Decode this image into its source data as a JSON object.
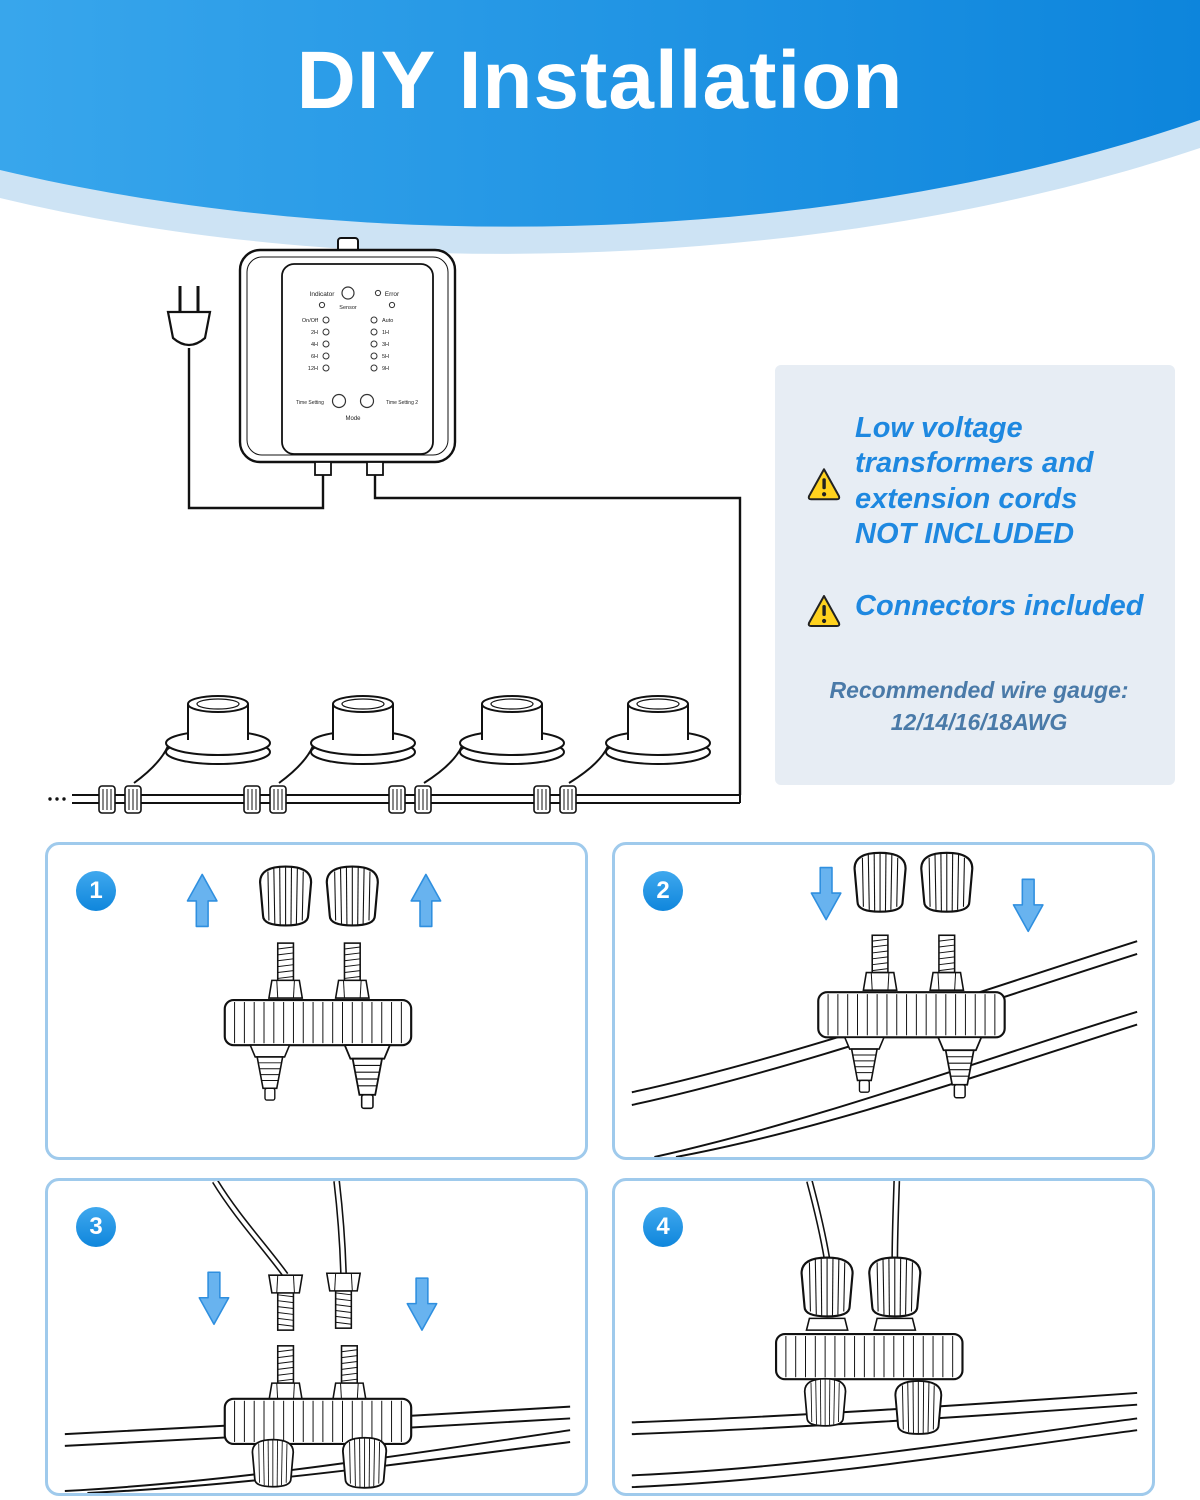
{
  "colors": {
    "accent_blue": "#0f86dc",
    "wave_light": "#cde3f4",
    "panel_bg": "#e7edf4",
    "warning_text": "#1e88e0",
    "note_text": "#4a7aa8",
    "step_border": "#9fcaec",
    "arrow_blue": "#68b3ef",
    "warning_yellow": "#ffd21e"
  },
  "header": {
    "title": "DIY Installation"
  },
  "info_panel": {
    "warning_icon": "warning-triangle-icon",
    "warning1": "Low voltage\ntransformers and\nextension cords\nNOT INCLUDED",
    "warning2": "Connectors included",
    "gauge_note": "Recommended wire gauge:\n12/14/16/18AWG"
  },
  "controller": {
    "top_labels": {
      "indicator": "Indicator",
      "sensor": "Sensor",
      "error": "Error"
    },
    "left_rows": [
      "On/Off",
      "2H",
      "4H",
      "6H",
      "12H"
    ],
    "right_rows": [
      "Auto",
      "1H",
      "3H",
      "5H",
      "9H"
    ],
    "bottom_labels": {
      "time1": "Time Setting",
      "mode": "Mode",
      "time2": "Time Setting 2"
    }
  },
  "steps": [
    {
      "number": "1"
    },
    {
      "number": "2"
    },
    {
      "number": "3"
    },
    {
      "number": "4"
    }
  ]
}
